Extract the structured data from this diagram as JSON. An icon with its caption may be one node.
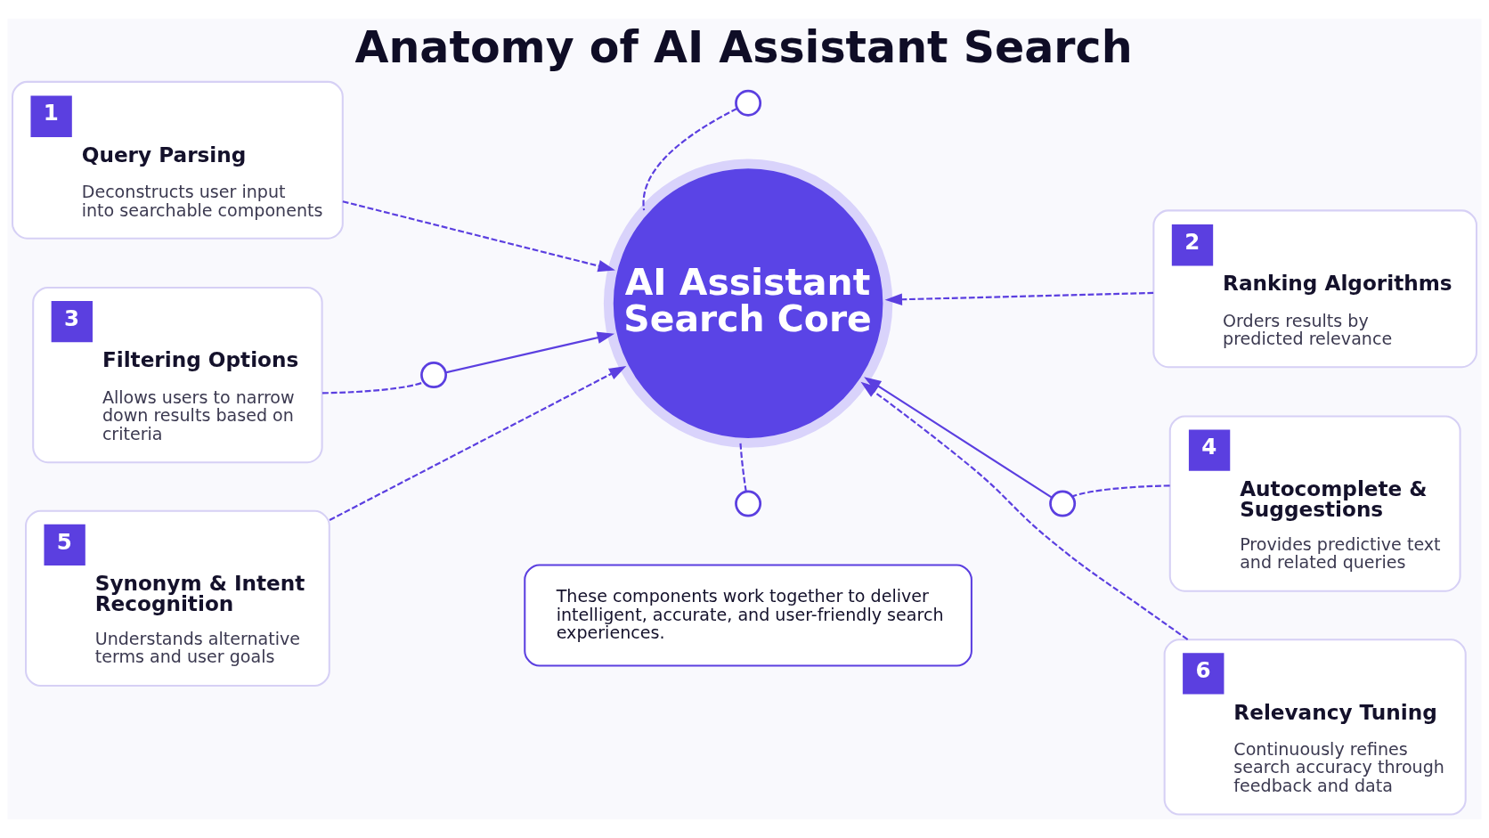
{
  "diagram": {
    "title": "Anatomy of AI Assistant Search",
    "nodes": [
      {
        "text": [
          "1",
          "Query Parsing",
          "Deconstructs user input into searchable components"
        ]
      },
      {
        "text": [
          "2",
          "Ranking Algorithms",
          "Orders results by predicted relevance"
        ]
      },
      {
        "text": [
          "AI Assistant Search Core"
        ]
      },
      {
        "text": [
          "3",
          "Filtering Options",
          "Allows users to narrow down results based on criteria"
        ]
      },
      {
        "text": [
          "4",
          "Autocomplete & Suggestions",
          "Provides predictive text and related queries"
        ]
      },
      {
        "text": [
          "5",
          "Synonym & Intent Recognition",
          "Understands alternative terms and user goals"
        ]
      },
      {
        "text": [
          "6",
          "Relevancy Tuning",
          "Continuously refines search accuracy through feedback and data"
        ]
      },
      {
        "text": [
          "These components work together to deliver intelligent, accurate, and user-friendly search experiences."
        ]
      },
      {
        "text": [],
        "shape": "circle"
      },
      {
        "text": [],
        "shape": "circle"
      },
      {
        "text": [],
        "shape": "circle"
      },
      {
        "text": [],
        "shape": "circle"
      }
    ],
    "edges": [
      {
        "from": 0,
        "to": 2,
        "arrow": "to",
        "style": "dashed"
      },
      {
        "from": 1,
        "to": 2,
        "arrow": "to",
        "style": "dashed"
      },
      {
        "from": 3,
        "to": 9,
        "arrow": "none",
        "style": "dashed"
      },
      {
        "from": 9,
        "to": 2,
        "arrow": "to"
      },
      {
        "from": 4,
        "to": 10,
        "arrow": "none",
        "style": "dashed"
      },
      {
        "from": 10,
        "to": 2,
        "arrow": "to"
      },
      {
        "from": 5,
        "to": 2,
        "arrow": "to",
        "style": "dashed"
      },
      {
        "from": 6,
        "to": 2,
        "arrow": "to",
        "style": "dashed"
      },
      {
        "from": 8,
        "to": 2,
        "arrow": "none",
        "style": "dashed"
      },
      {
        "from": 11,
        "to": 2,
        "arrow": "none",
        "style": "dashed"
      }
    ]
  }
}
